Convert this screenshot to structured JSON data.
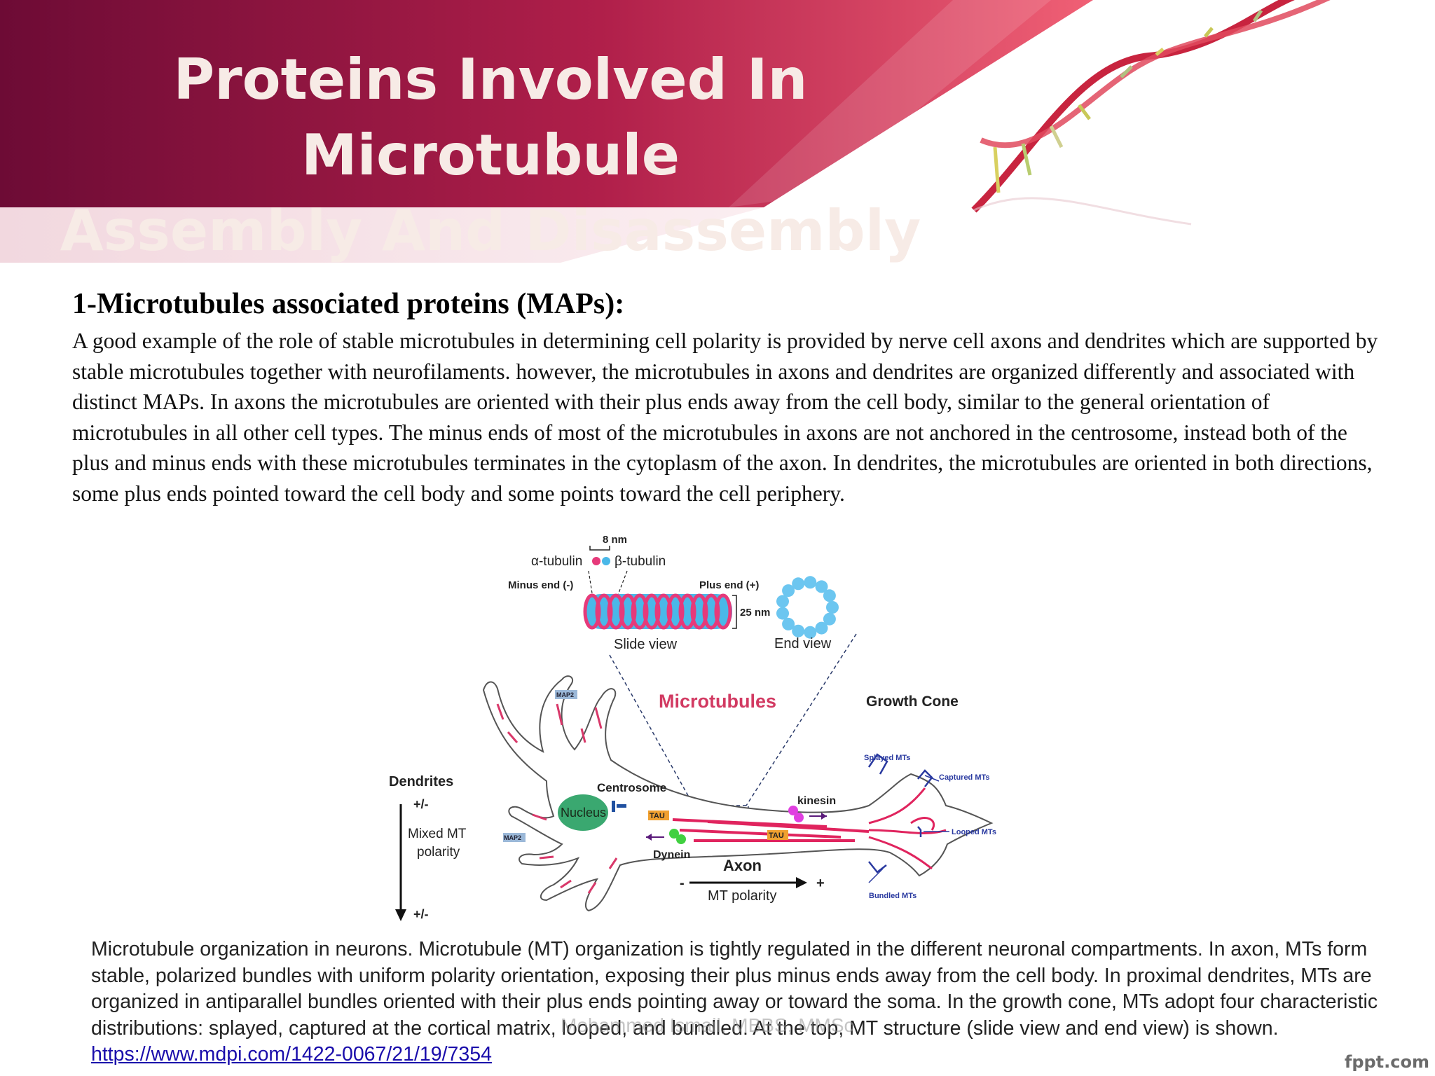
{
  "slide": {
    "title_line1": "Proteins Involved In Microtubule",
    "title_line2": "Assembly And Disassembly",
    "section_heading": "1-Microtubules associated proteins (MAPs):",
    "body_text": "A good example of the role of stable microtubules in determining cell polarity is provided by nerve cell axons and dendrites which are supported by stable microtubules together with neurofilaments. however, the microtubules in axons and dendrites are organized differently and associated with distinct MAPs. In axons the microtubules are oriented with their plus ends away from the cell body, similar to the general orientation of microtubules in all other cell types. The minus ends of most of the microtubules in axons are not anchored in the centrosome, instead both of the plus and minus ends with these microtubules terminates in the cytoplasm of the axon. In dendrites, the microtubules are oriented in both directions, some plus ends pointed toward the cell body and some points toward the cell periphery.",
    "caption_text": "Microtubule organization in neurons. Microtubule (MT) organization is tightly regulated in the different neuronal compartments. In axon, MTs form stable, polarized bundles with uniform polarity orientation, exposing their plus minus ends away from the cell body. In proximal dendrites, MTs are organized in antiparallel bundles oriented with their plus ends pointing away or toward the soma. In the growth cone, MTs adopt four characteristic distributions: splayed, captured at the cortical matrix, looped, and bundled. At the top, MT structure (slide view and end view) is shown. ",
    "caption_link": "https://www.mdpi.com/1422-0067/21/19/7354",
    "watermark_author": "Mohammed Ismail, MBBS, MMSc",
    "watermark_site": "fppt.com"
  },
  "figure": {
    "label_8nm": "8 nm",
    "label_alpha": "α-tubulin",
    "label_beta": "β-tubulin",
    "label_minus_end": "Minus end (-)",
    "label_plus_end": "Plus end (+)",
    "label_25nm": "25 nm",
    "label_slide_view": "Slide view",
    "label_end_view": "End view",
    "label_microtubules": "Microtubules",
    "label_growth_cone": "Growth Cone",
    "label_map2_top": "MAP2",
    "label_map2_left": "MAP2",
    "label_dendrites": "Dendrites",
    "label_plus_minus_top": "+/-",
    "label_mixed_mt": "Mixed MT",
    "label_polarity": "polarity",
    "label_plus_minus_bottom": "+/-",
    "label_nucleus": "Nucleus",
    "label_centrosome": "Centrosome",
    "label_tau_left": "TAU",
    "label_tau_right": "TAU",
    "label_dynein": "Dynein",
    "label_kinesin": "kinesin",
    "label_axon": "Axon",
    "label_axon_minus": "-",
    "label_axon_plus": "+",
    "label_mt_polarity": "MT polarity",
    "label_splayed": "Splayed MTs",
    "label_captured": "Captured MTs",
    "label_looped": "Looped MTs",
    "label_bundled": "Bundled MTs"
  },
  "colors": {
    "header_dark": "#6d0b35",
    "header_mid": "#b01f4a",
    "header_light": "#f06075",
    "microtubule_alpha": "#e63a7a",
    "microtubule_beta": "#4ab8e8",
    "nucleus": "#3aa870",
    "mt_red": "#e0245e",
    "growth_cone_blue": "#2a3aa0"
  }
}
